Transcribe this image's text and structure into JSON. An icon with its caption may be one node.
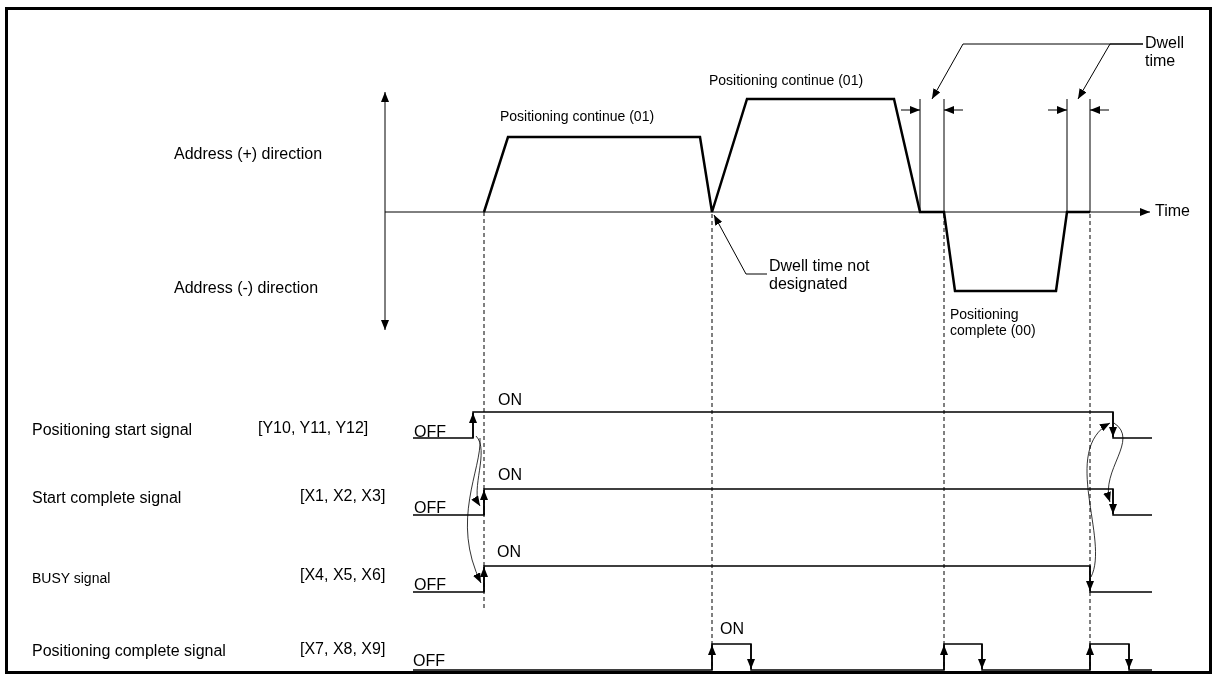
{
  "diagram": {
    "nodes": [
      {
        "text": [
          "Dwell time"
        ]
      },
      {
        "text": [
          "Dwell time not designated"
        ]
      }
    ],
    "edges": [
      {
        "from": 0,
        "to": null,
        "arrow": "to"
      },
      {
        "from": 0,
        "to": null,
        "arrow": "to"
      },
      {
        "from": 1,
        "to": null,
        "arrow": "to"
      }
    ],
    "labels": [
      "Positioning continue (01)",
      "Positioning continue (01)",
      "Address (+) direction",
      "Time",
      "Address (-) direction",
      "Positioning complete (00)",
      "Positioning start signal",
      "[Y10, Y11, Y12]",
      "OFF",
      "ON",
      "Start complete signal",
      "[X1, X2, X3]",
      "OFF",
      "ON",
      "BUSY signal",
      "[X4, X5, X6]",
      "OFF",
      "ON",
      "Positioning complete signal",
      "[X7, X8, X9]",
      "OFF",
      "ON"
    ]
  }
}
